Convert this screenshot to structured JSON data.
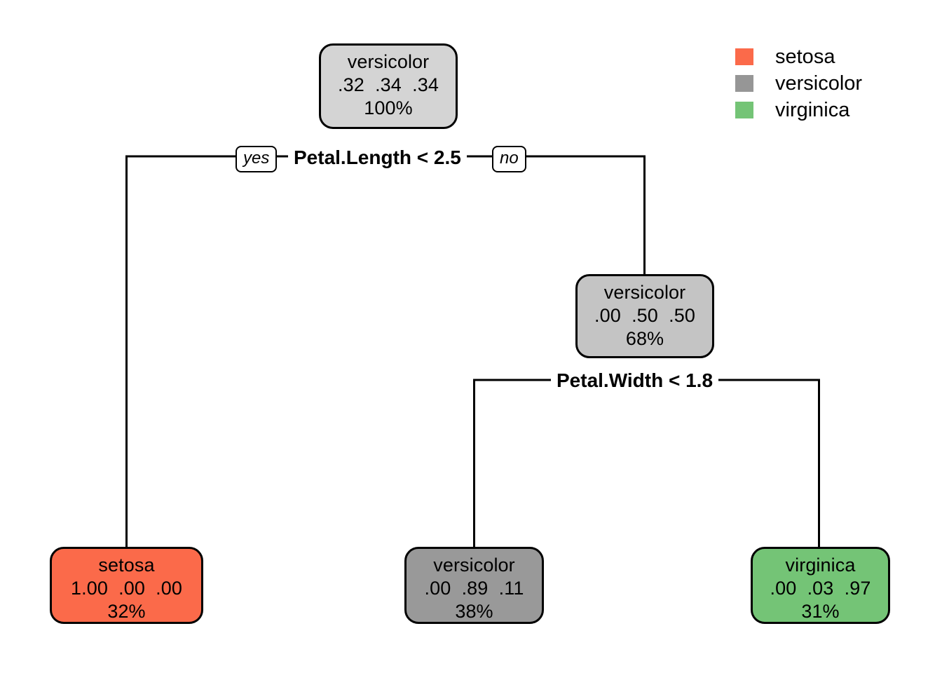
{
  "chart_data": {
    "type": "tree",
    "title": "",
    "description": "rpart classification tree for the iris dataset plotted with rpart.plot",
    "classes": [
      "setosa",
      "versicolor",
      "virginica"
    ],
    "class_colors": [
      "#FB6A4A",
      "#969696",
      "#74C476"
    ],
    "nodes": [
      {
        "id": "root",
        "role": "internal",
        "label": "versicolor",
        "probs": ".32  .34  .34",
        "probs_values": [
          0.32,
          0.34,
          0.34
        ],
        "percent": "100%",
        "percent_value": 100,
        "fill": "#D4D4D4"
      },
      {
        "id": "setosa-leaf",
        "role": "leaf",
        "label": "setosa",
        "probs": "1.00  .00  .00",
        "probs_values": [
          1.0,
          0.0,
          0.0
        ],
        "percent": "32%",
        "percent_value": 32,
        "fill": "#FB6A4A"
      },
      {
        "id": "node3",
        "role": "internal",
        "label": "versicolor",
        "probs": ".00  .50  .50",
        "probs_values": [
          0.0,
          0.5,
          0.5
        ],
        "percent": "68%",
        "percent_value": 68,
        "fill": "#C4C4C4"
      },
      {
        "id": "versicolor-leaf",
        "role": "leaf",
        "label": "versicolor",
        "probs": ".00  .89  .11",
        "probs_values": [
          0.0,
          0.89,
          0.11
        ],
        "percent": "38%",
        "percent_value": 38,
        "fill": "#999999"
      },
      {
        "id": "virginica-leaf",
        "role": "leaf",
        "label": "virginica",
        "probs": ".00  .03  .97",
        "probs_values": [
          0.0,
          0.03,
          0.97
        ],
        "percent": "31%",
        "percent_value": 31,
        "fill": "#74C476"
      }
    ],
    "splits": [
      {
        "id": "split1",
        "text": "Petal.Length < 2.5",
        "variable": "Petal.Length",
        "operator": "<",
        "threshold": 2.5,
        "yes_label": "yes",
        "no_label": "no",
        "yes_child": "setosa-leaf",
        "no_child": "node3"
      },
      {
        "id": "split2",
        "text": "Petal.Width < 1.8",
        "variable": "Petal.Width",
        "operator": "<",
        "threshold": 1.8,
        "yes_label": "",
        "no_label": "",
        "yes_child": "versicolor-leaf",
        "no_child": "virginica-leaf"
      }
    ]
  },
  "legend": {
    "items": [
      {
        "label": "setosa",
        "color": "#FB6A4A"
      },
      {
        "label": "versicolor",
        "color": "#969696"
      },
      {
        "label": "virginica",
        "color": "#74C476"
      }
    ]
  }
}
